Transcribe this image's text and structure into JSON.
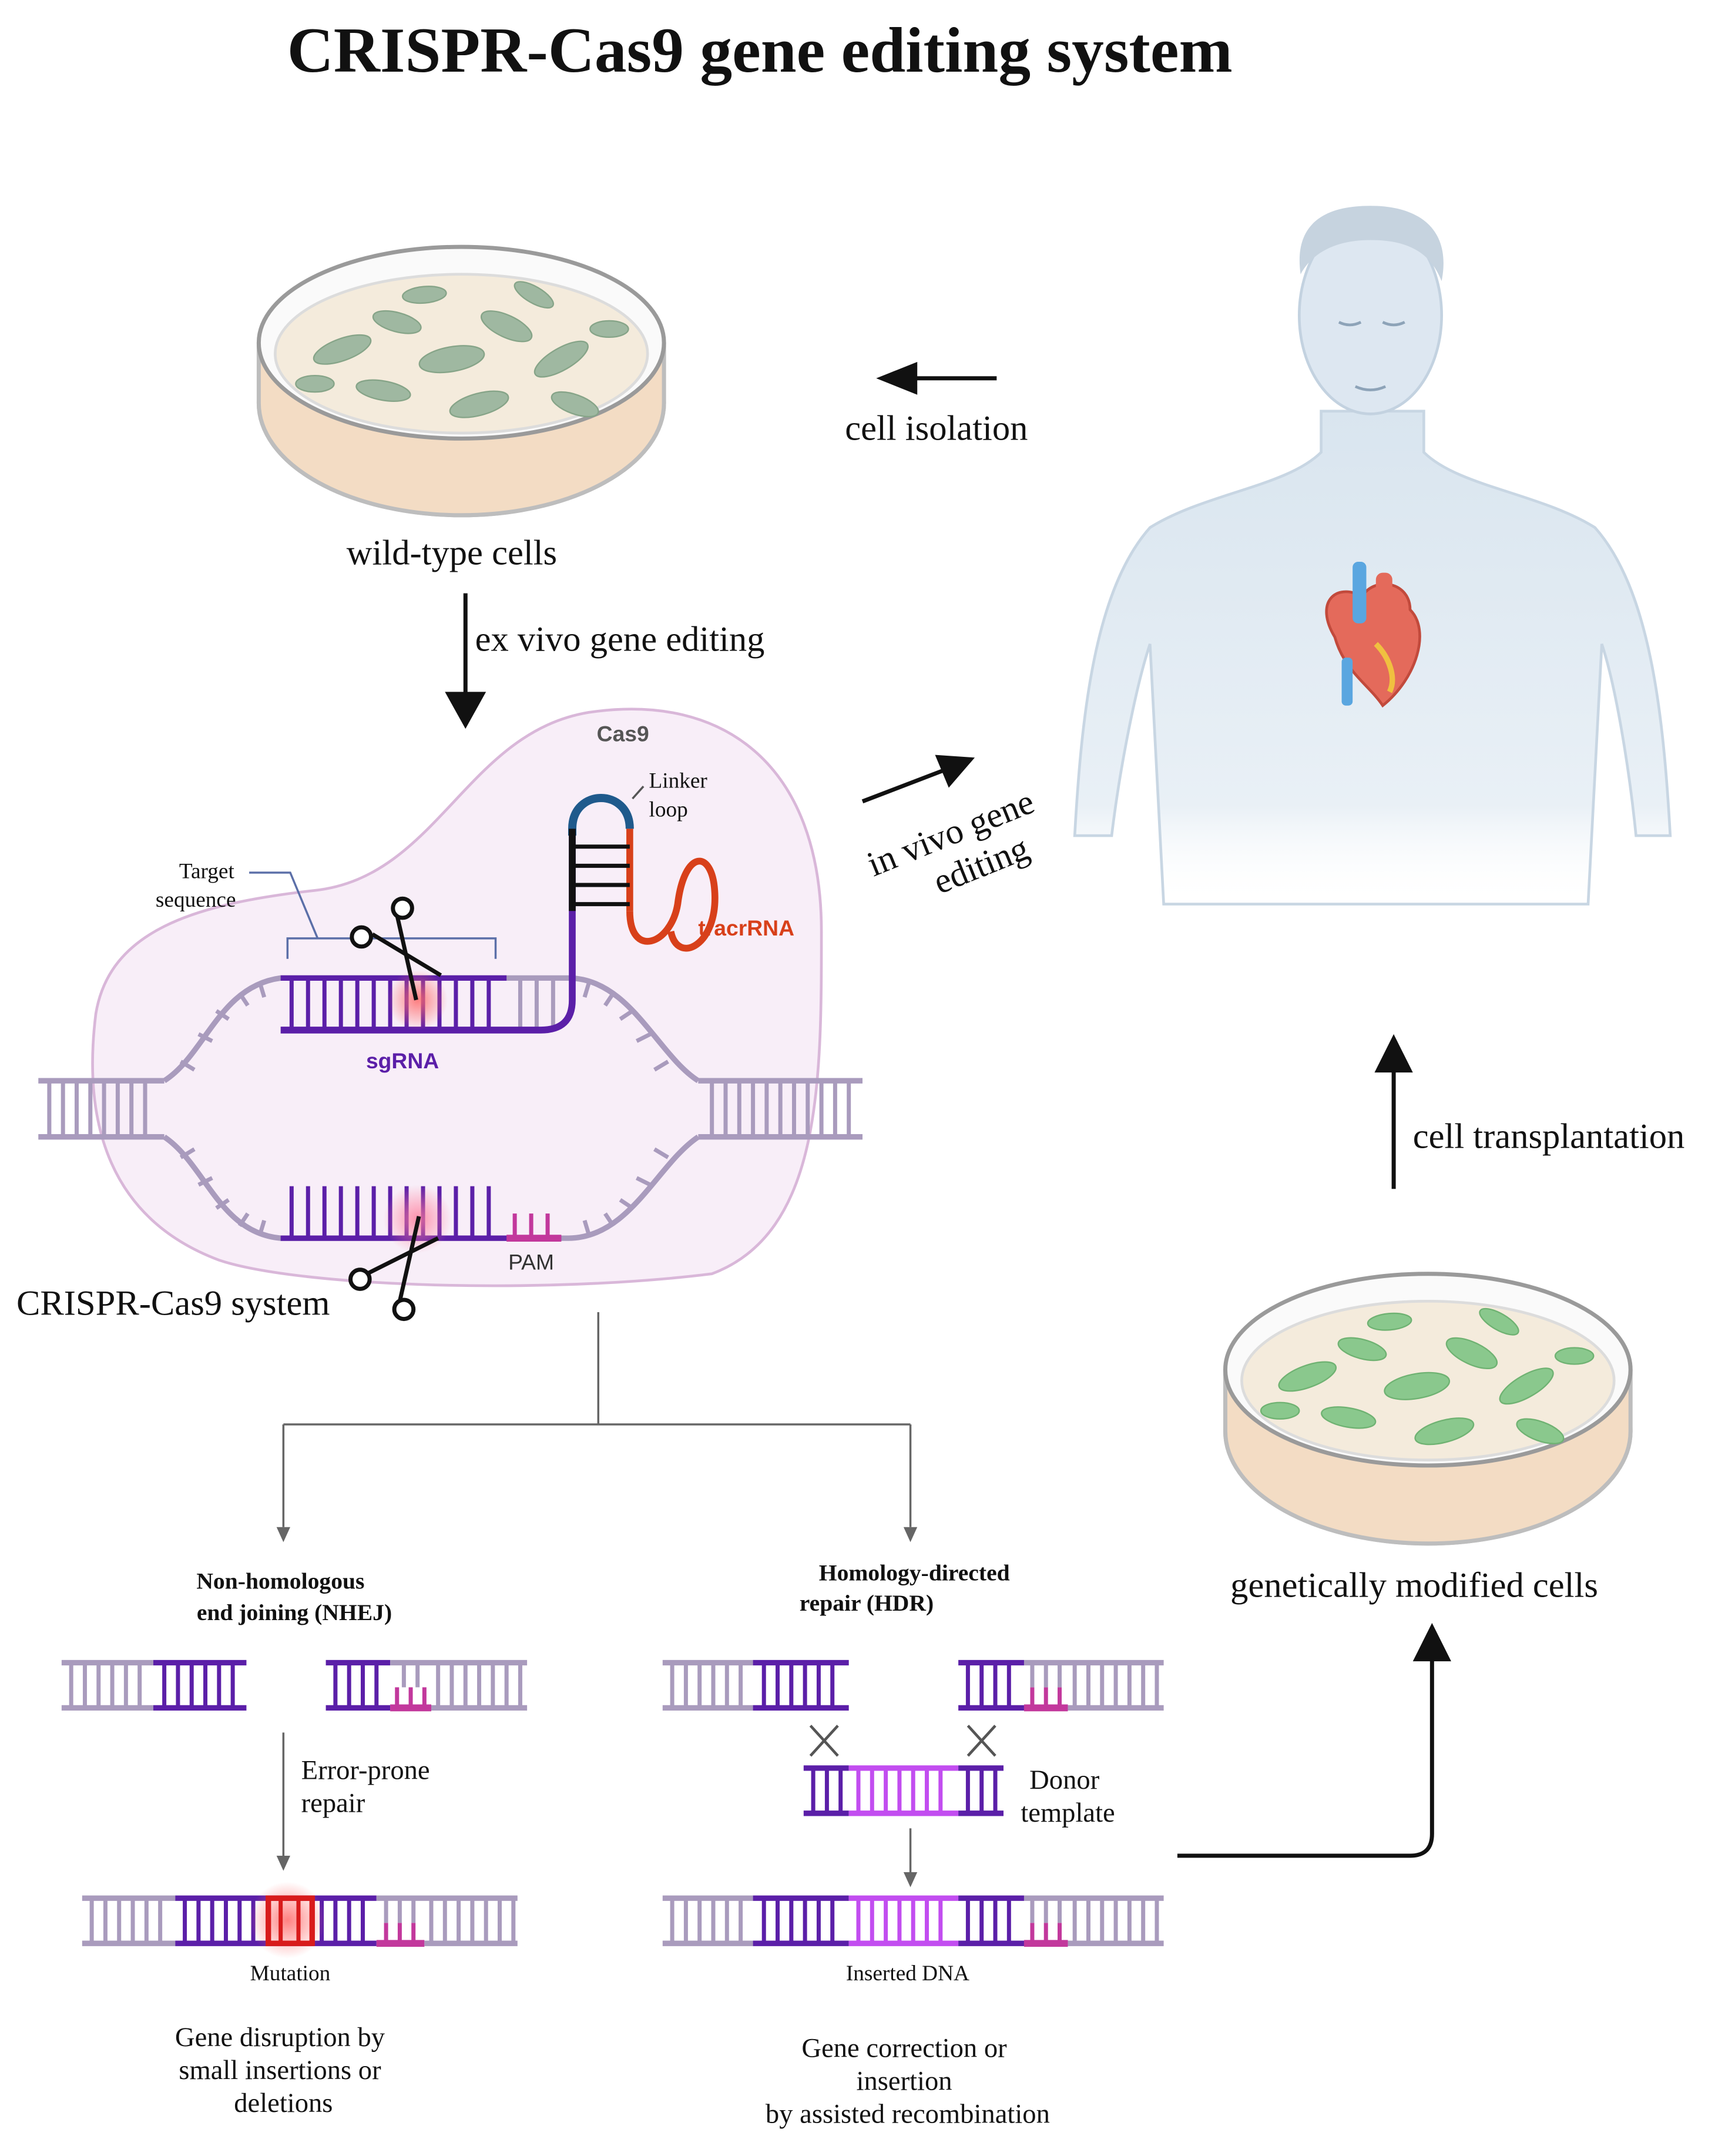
{
  "title": "CRISPR-Cas9 gene editing system",
  "labels": {
    "wild_type_cells": "wild-type cells",
    "cell_isolation": "cell isolation",
    "ex_vivo": "ex vivo gene editing",
    "in_vivo_line1": "in vivo gene",
    "in_vivo_line2": "editing",
    "cell_transplantation": "cell transplantation",
    "genetically_modified_cells": "genetically modified cells",
    "crispr_system": "CRISPR-Cas9 system"
  },
  "cas9_complex": {
    "cas9": "Cas9",
    "linker_line1": "Linker",
    "linker_line2": "loop",
    "target_line1": "Target",
    "target_line2": "sequence",
    "tracrrna": "tracrRNA",
    "sgrna": "sgRNA",
    "pam": "PAM"
  },
  "nhej": {
    "title_line1": "Non-homologous",
    "title_line2": "end joining (NHEJ)",
    "repair_line1": "Error-prone",
    "repair_line2": "repair",
    "mutation": "Mutation",
    "outcome_line1": "Gene disruption by",
    "outcome_line2": "small insertions or",
    "outcome_line3": "deletions"
  },
  "hdr": {
    "title_line1": "Homology-directed",
    "title_line2": "repair (HDR)",
    "donor_line1": "Donor",
    "donor_line2": "template",
    "inserted": "Inserted DNA",
    "outcome_line1": "Gene correction or",
    "outcome_line2": "insertion",
    "outcome_line3": "by assisted recombination"
  },
  "colors": {
    "dna_backbone": "#a99bbd",
    "sgrna": "#5b1fa8",
    "tracrrna": "#d8401a",
    "linker": "#1f5a8c",
    "pam": "#c2389c",
    "donor": "#c24df0",
    "mutation": "#d81b1b",
    "cas9_fill": "#f8eef8",
    "cas9_stroke": "#d9b7d9",
    "dish_rim": "#d9d9d9",
    "medium": "#f4ebdc",
    "wild_cell": "#9fb8a1",
    "modified_cell": "#8ac88d",
    "body": "#e4edf5",
    "arrow": "#111111"
  }
}
